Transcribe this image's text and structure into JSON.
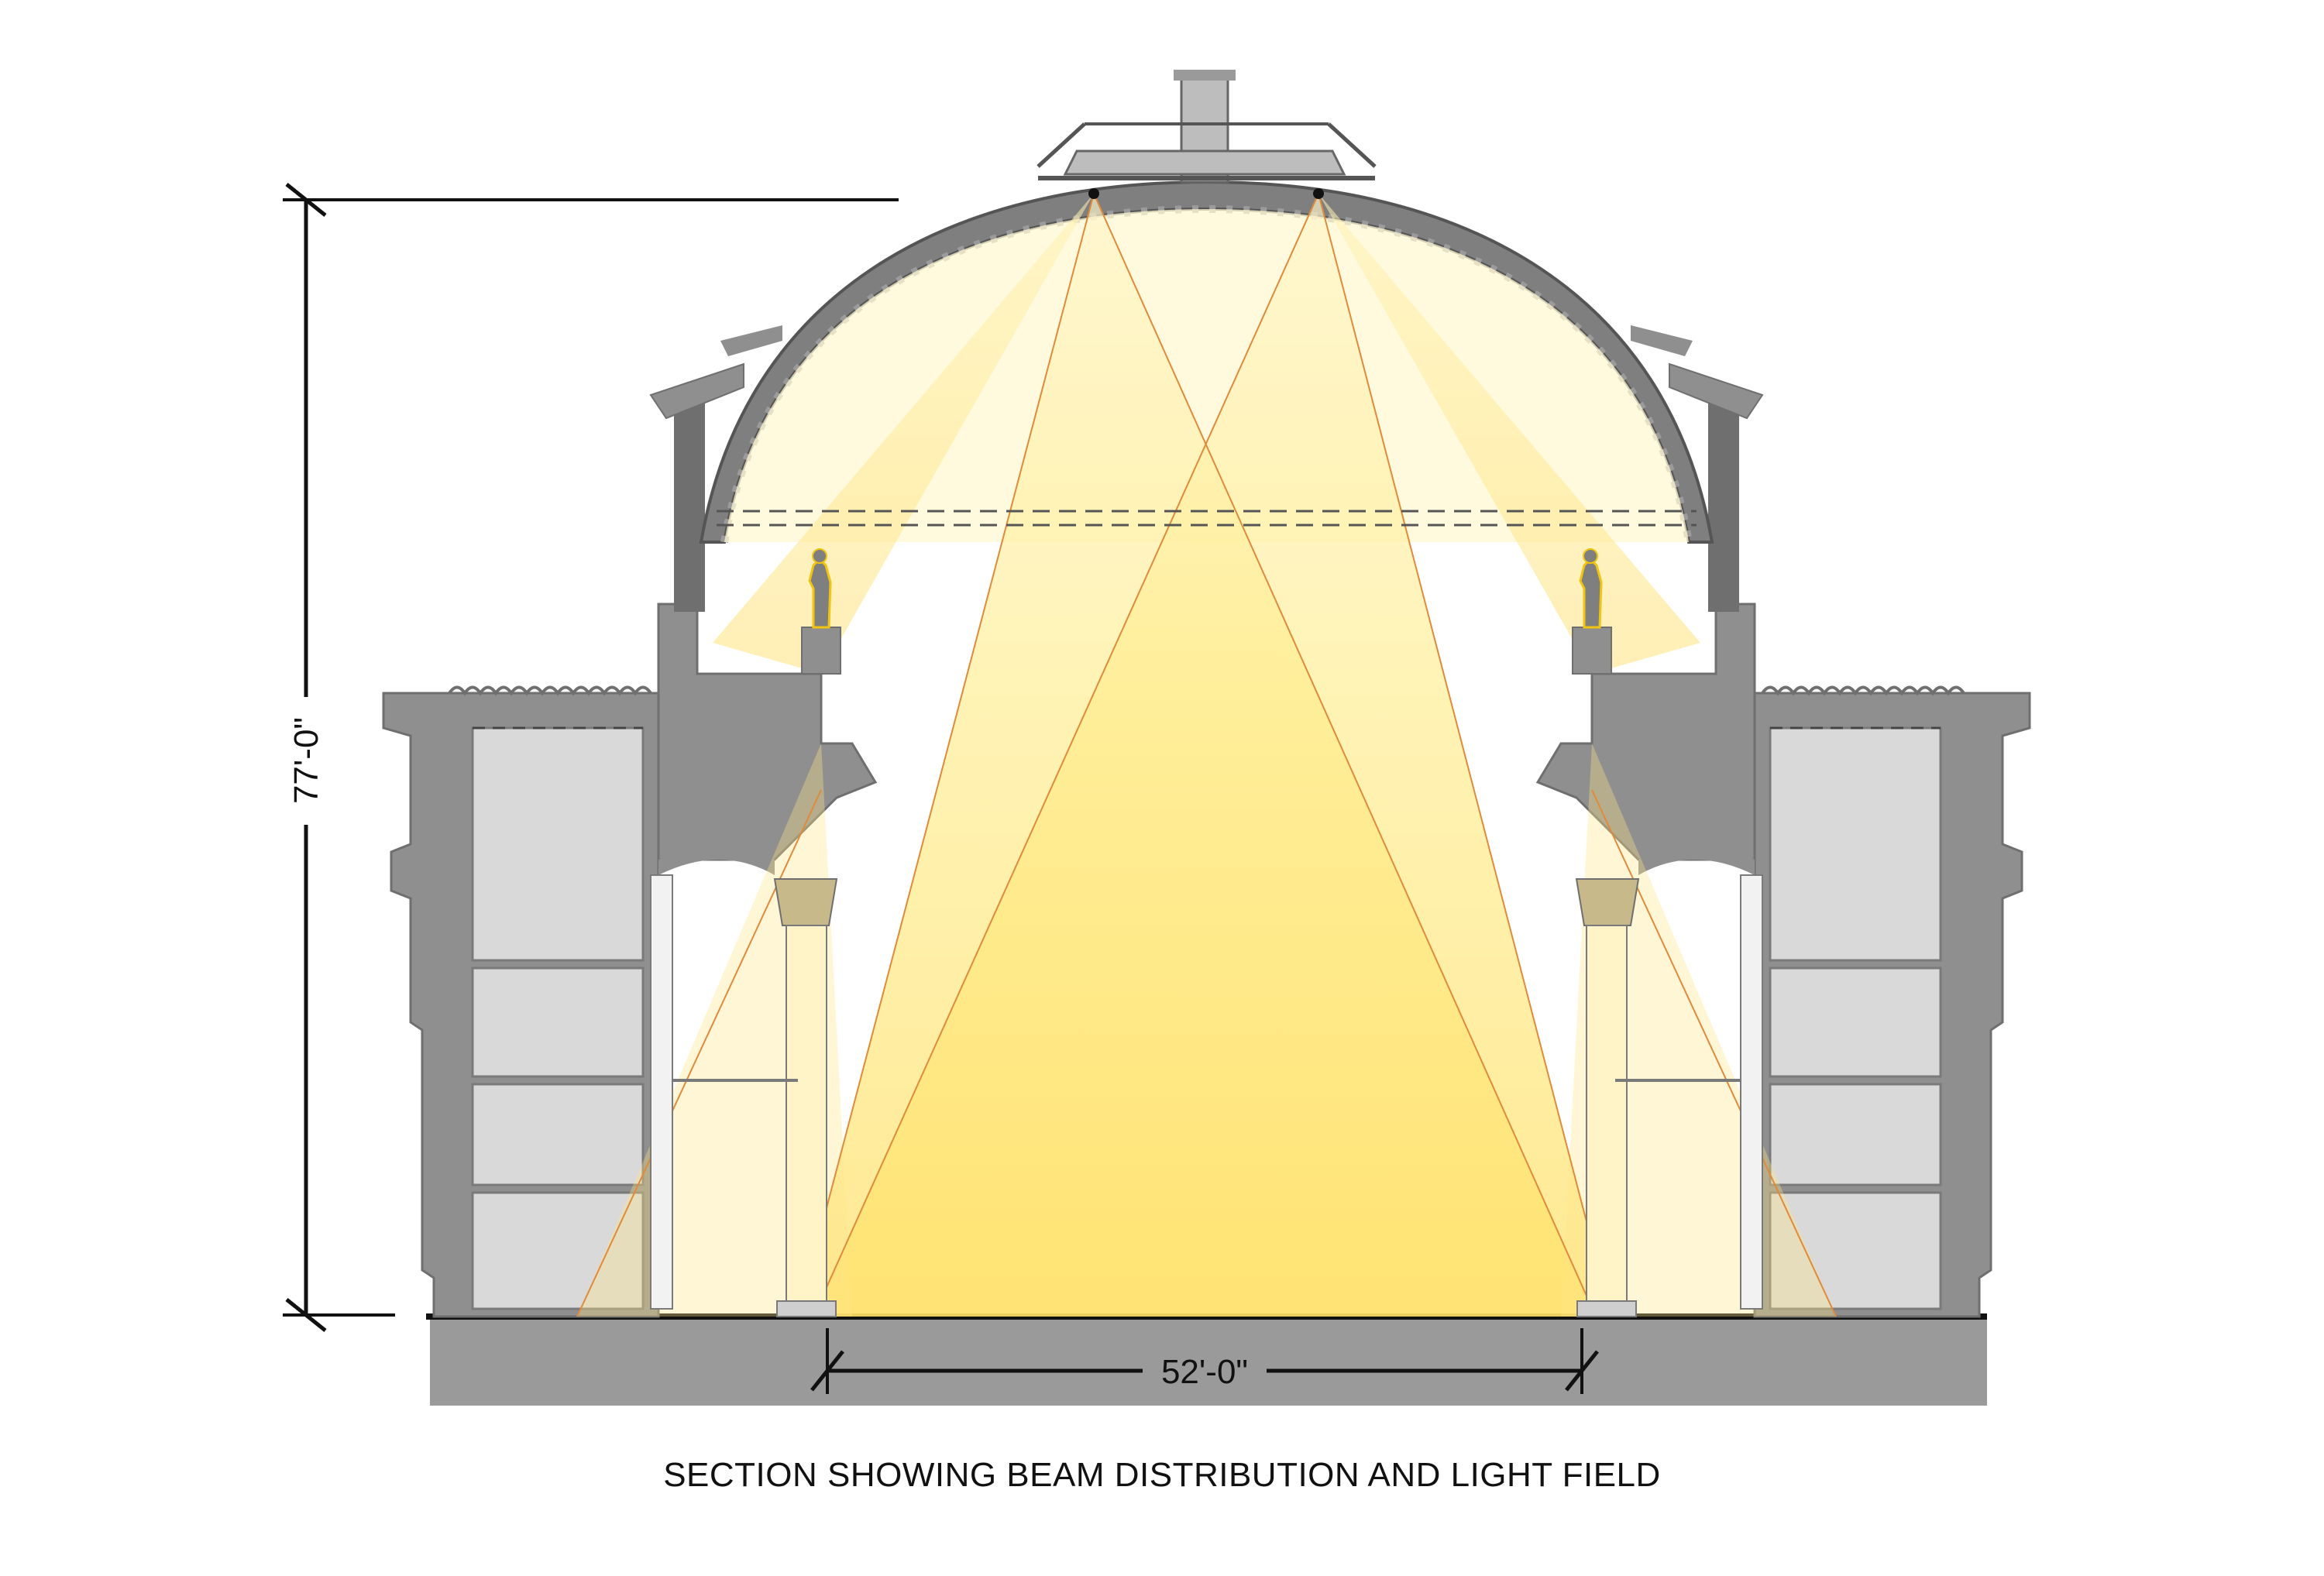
{
  "drawing": {
    "caption": "SECTION SHOWING BEAM DISTRIBUTION AND LIGHT FIELD",
    "dimensions": {
      "height_label": "77'-0\"",
      "width_label": "52'-0\""
    },
    "colors": {
      "structure": "#8f8f8f",
      "structure_dark": "#6f6f6f",
      "room_fill": "#d9d9d9",
      "light_field": "#ffe066",
      "light_beam": "#f7d96a",
      "beam_edge": "#e08a3a",
      "ground": "#9a9a9a"
    },
    "icons": [
      "statue-icon",
      "column-capital-icon",
      "luminaire-icon"
    ]
  }
}
